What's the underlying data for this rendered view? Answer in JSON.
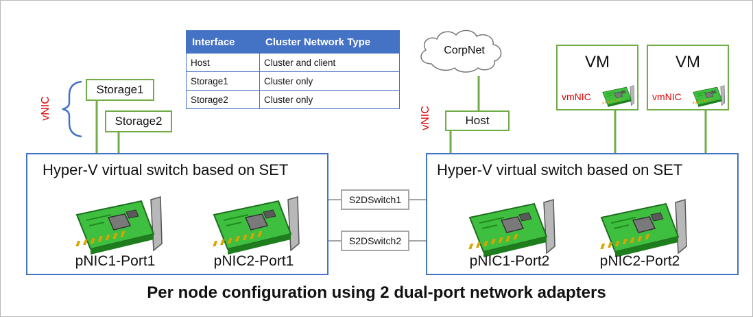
{
  "caption": "Per node configuration using 2 dual-port network adapters",
  "table": {
    "headers": [
      "Interface",
      "Cluster Network Type"
    ],
    "rows": [
      [
        "Host",
        "Cluster and client"
      ],
      [
        "Storage1",
        "Cluster only"
      ],
      [
        "Storage2",
        "Cluster only"
      ]
    ]
  },
  "left_node": {
    "switch_title": "Hyper-V virtual switch based on SET",
    "vnic_label": "vNIC",
    "vnics": [
      "Storage1",
      "Storage2"
    ],
    "ports": [
      "pNIC1-Port1",
      "pNIC2-Port1"
    ]
  },
  "right_node": {
    "switch_title": "Hyper-V virtual switch based on SET",
    "vnic_label": "vNIC",
    "host": "Host",
    "cloud": "CorpNet",
    "vms": [
      {
        "title": "VM",
        "nic_label": "vmNIC"
      },
      {
        "title": "VM",
        "nic_label": "vmNIC"
      }
    ],
    "ports": [
      "pNIC1-Port2",
      "pNIC2-Port2"
    ]
  },
  "switches": [
    "S2DSwitch1",
    "S2DSwitch2"
  ],
  "colors": {
    "switch_border": "#4472c4",
    "vnic_border": "#70ad47",
    "physical_switch_border": "#a6a6a6",
    "label_red": "#e00000",
    "nic_board": "#3fbf3f",
    "nic_chip": "#7a7a7a",
    "nic_contacts": "#d9a400"
  },
  "icons": {
    "pnic": "network-card-icon",
    "vmnic": "network-card-icon",
    "cloud": "cloud-icon",
    "brace": "curly-brace-icon"
  }
}
